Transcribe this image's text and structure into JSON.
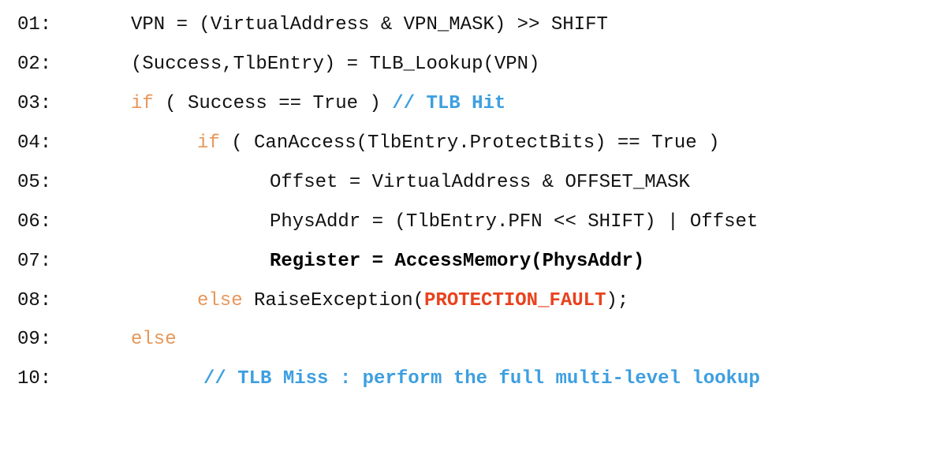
{
  "lines": [
    {
      "num": "01:",
      "text": "VPN = (VirtualAddress & VPN_MASK) >> SHIFT"
    },
    {
      "num": "02:",
      "text": "(Success,TlbEntry) = TLB_Lookup(VPN)"
    },
    {
      "num": "03:",
      "kw": "if",
      "text": " ( Success == True ) ",
      "comment": "// TLB Hit"
    },
    {
      "num": "04:",
      "kw": "if",
      "text": " ( CanAccess(TlbEntry.ProtectBits) == True )"
    },
    {
      "num": "05:",
      "text": "Offset = VirtualAddress & OFFSET_MASK"
    },
    {
      "num": "06:",
      "text": "PhysAddr = (TlbEntry.PFN << SHIFT) | Offset"
    },
    {
      "num": "07:",
      "text": "Register = AccessMemory(PhysAddr)"
    },
    {
      "num": "08:",
      "kw": "else",
      "text_before": " RaiseException(",
      "error": "PROTECTION_FAULT",
      "text_after": ");"
    },
    {
      "num": "09:",
      "kw": "else"
    },
    {
      "num": "10:",
      "comment": "// TLB Miss : perform the full multi-level lookup"
    }
  ],
  "colors": {
    "keyword": "#e8975a",
    "comment": "#3d9fe0",
    "error": "#e8421e",
    "text": "#111111"
  }
}
